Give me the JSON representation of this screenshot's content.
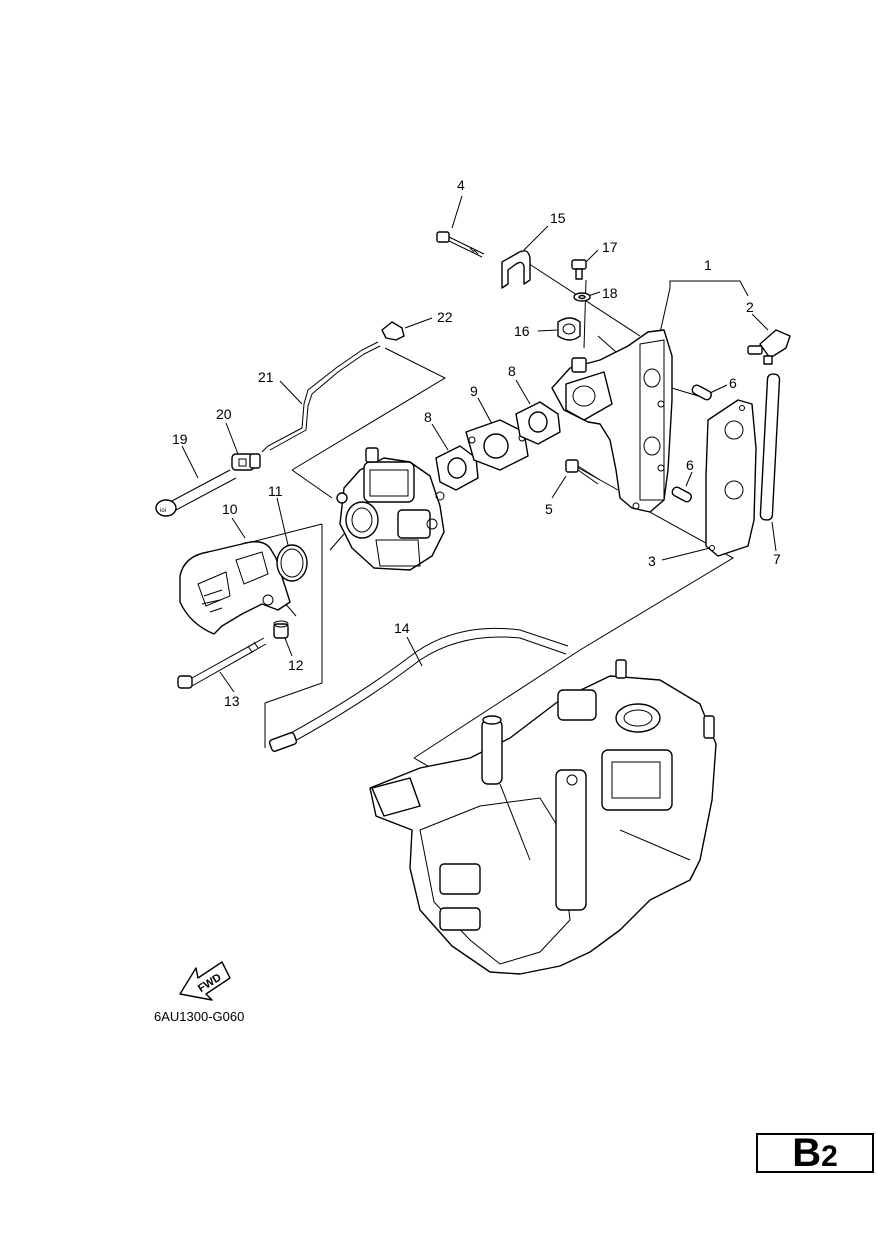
{
  "diagram": {
    "reference_code": "6AU1300-G060",
    "fwd_label": "FWD",
    "callouts": [
      "1",
      "2",
      "3",
      "4",
      "5",
      "6",
      "6",
      "7",
      "8",
      "8",
      "9",
      "10",
      "11",
      "12",
      "13",
      "14",
      "15",
      "16",
      "17",
      "18",
      "19",
      "20",
      "21",
      "22"
    ]
  },
  "page_badge": {
    "letter": "B",
    "number": "2"
  }
}
